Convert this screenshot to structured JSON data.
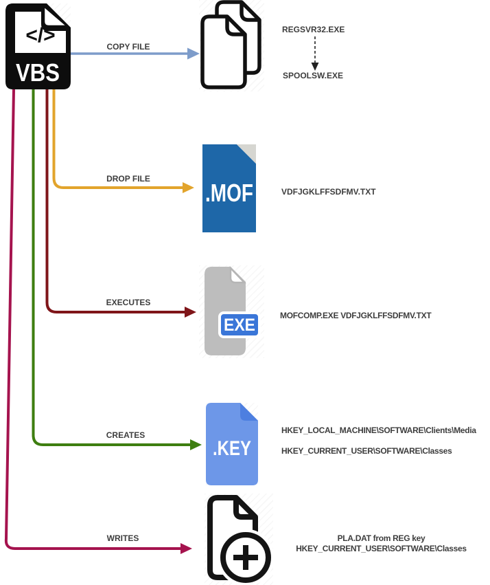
{
  "source": {
    "format": "VBS",
    "glyph": "</>"
  },
  "actions": {
    "copy_file": {
      "label": "COPY FILE",
      "color": "#7d9cca"
    },
    "drop_file": {
      "label": "DROP FILE",
      "color": "#e2a42c"
    },
    "executes": {
      "label": "EXECUTES",
      "color": "#7f1519"
    },
    "creates": {
      "label": "CREATES",
      "color": "#3e7e10"
    },
    "writes": {
      "label": "WRITES",
      "color": "#a5134e"
    }
  },
  "targets": {
    "copied": {
      "file": "REGSVR32.EXE",
      "renamed_to": "SPOOLSW.EXE"
    },
    "dropped": {
      "badge": ".MOF",
      "file": "VDFJGKLFFSDFMV.TXT"
    },
    "executed": {
      "badge": "EXE",
      "command": "MOFCOMP.EXE VDFJGKLFFSDFMV.TXT"
    },
    "created": {
      "badge": ".KEY",
      "key1": "HKEY_LOCAL_MACHINE\\SOFTWARE\\Clients\\Media",
      "key2": "HKEY_CURRENT_USER\\SOFTWARE\\Classes"
    },
    "written": {
      "line1": "PLA.DAT from REG key",
      "line2": "HKEY_CURRENT_USER\\SOFTWARE\\Classes"
    }
  }
}
